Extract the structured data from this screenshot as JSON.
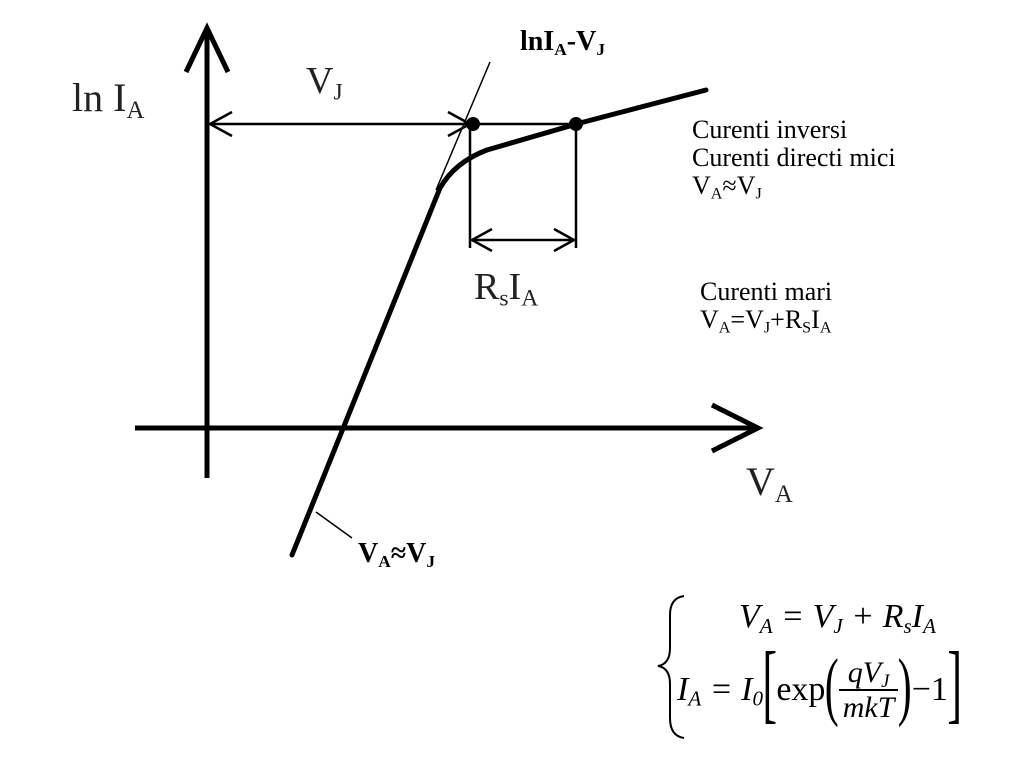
{
  "labels": {
    "y_axis": {
      "main": "ln I",
      "sub": "A"
    },
    "x_axis": {
      "main": "V",
      "sub": "A"
    },
    "vj_top": {
      "main": "V",
      "sub": "J"
    },
    "rs_ia": {
      "p1": "R",
      "s1": "s",
      "p2": "I",
      "s2": "A"
    },
    "ln_ia_vj": {
      "p1": "lnI",
      "s1": "A",
      "p2": "-V",
      "s2": "J"
    },
    "va_approx_vj_bottom": {
      "p1": "V",
      "s1": "A",
      "p2": "≈V",
      "s2": "J"
    }
  },
  "notes": {
    "low_current": {
      "line1": "Curenti inversi",
      "line2": "Curenti directi mici",
      "line3": {
        "p1": "V",
        "s1": "A",
        "p2": "≈V",
        "s2": "J"
      }
    },
    "high_current": {
      "line1": "Curenti mari",
      "line2": {
        "p1": "V",
        "s1": "A",
        "p2": "=V",
        "s2": "J",
        "p3": "+R",
        "s3": "S",
        "p4": "I",
        "s4": "A"
      }
    }
  },
  "formula": {
    "eq1": {
      "p1": "V",
      "s1": "A",
      "p2": " = V",
      "s2": "J",
      "p3": " + R",
      "s3": "s",
      "p4": "I",
      "s4": "A"
    },
    "eq2": {
      "p1": "I",
      "s1": "A",
      "p2": " = I",
      "s2": "0",
      "exp": "exp",
      "num": "qV",
      "num_sub": "J",
      "den": "mkT",
      "tail": "−1"
    }
  }
}
